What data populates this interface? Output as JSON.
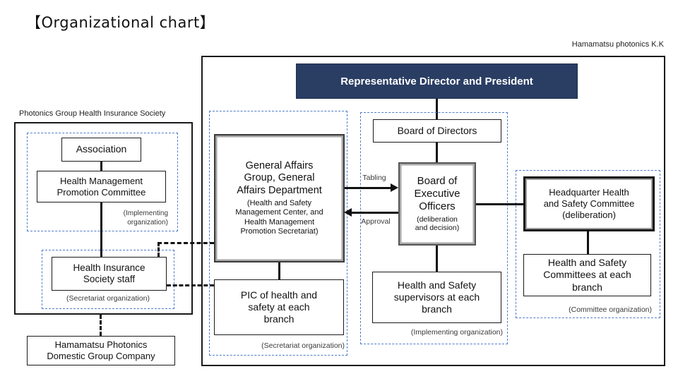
{
  "title": "【Organizational chart】",
  "company_label": "Hamamatsu photonics K.K",
  "left_panel": {
    "label": "Photonics Group Health Insurance Society",
    "association": "Association",
    "promotion_committee": "Health Management\nPromotion Committee",
    "implementing_note": "(Implementing\norganization)",
    "staff": "Health Insurance\nSociety staff",
    "secretariat_note": "(Secretariat organization)",
    "domestic_company": "Hamamatsu Photonics\nDomestic Group Company"
  },
  "main_panel": {
    "president": "Representative Director and President",
    "board_of_directors": "Board of Directors",
    "secretariat_group": {
      "general_affairs_main": "General Affairs\nGroup, General\nAffairs Department",
      "general_affairs_sub": "(Health and Safety\nManagement Center, and\nHealth Management\nPromotion Secretariat)",
      "pic": "PIC of health and\nsafety at each\nbranch",
      "note": "(Secretariat organization)"
    },
    "implementing_group": {
      "executive_main": "Board of\nExecutive\nOfficers",
      "executive_sub": "(deliberation\nand decision)",
      "supervisors": "Health and Safety\nsupervisors at each\nbranch",
      "note": "(Implementing organization)"
    },
    "committee_group": {
      "headquarter": "Headquarter Health\nand Safety Committee\n(deliberation)",
      "branch_committees": "Health and Safety\nCommittees at each\nbranch",
      "note": "(Committee organization)"
    },
    "arrows": {
      "tabling": "Tabling",
      "approval": "Approval"
    }
  },
  "colors": {
    "navy": "#2a3e64",
    "dash_blue": "#4f7cc9"
  }
}
